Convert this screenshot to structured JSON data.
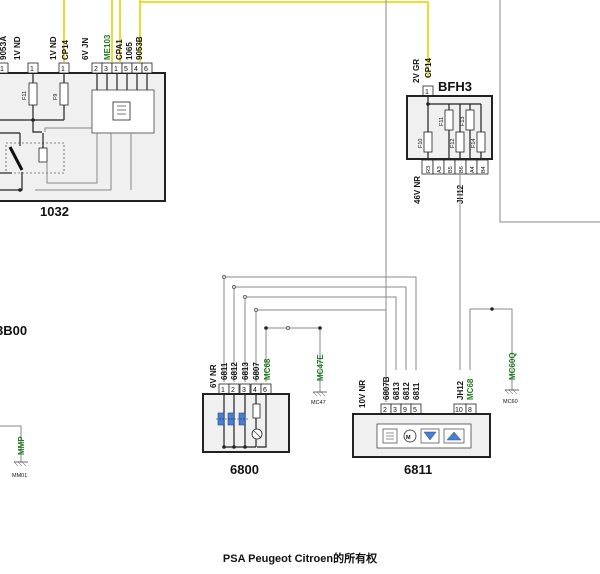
{
  "connectors": {
    "c1032": {
      "name": "1032",
      "wire_labels": [
        "905ЗА",
        "1V ND",
        "1V ND",
        "CP14",
        "6V JN",
        "ME103",
        "CPA1",
        "1065",
        "9053B"
      ],
      "pins": [
        "1",
        "1",
        "1",
        "2",
        "3",
        "1",
        "5",
        "4",
        "6"
      ],
      "fuses": [
        "F11",
        "F9"
      ]
    },
    "bfh3": {
      "name": "BFH3",
      "top_labels": [
        "2V GR",
        "CP14"
      ],
      "top_pin": "1",
      "fuses": [
        "F10",
        "F11",
        "F12",
        "F13",
        "F14"
      ],
      "pins": [
        "R3",
        "A3",
        "B5",
        "B6",
        "A4",
        "B4"
      ],
      "bottom_labels": [
        "46V NR",
        "JH12"
      ]
    },
    "c6800": {
      "name": "6800",
      "wire_labels": [
        "6V NR",
        "6811",
        "6812",
        "6813",
        "6807",
        "MC68"
      ],
      "pins": [
        "1",
        "2",
        "3",
        "4",
        "6"
      ]
    },
    "c6811": {
      "name": "6811",
      "wire_labels": [
        "10V NR",
        "6807B",
        "6813",
        "6812",
        "6811",
        "JH12",
        "MC68"
      ],
      "pins": [
        "2",
        "3",
        "9",
        "5",
        "10",
        "8"
      ]
    }
  },
  "grounds": {
    "mc47e": {
      "label": "MC47E",
      "sub": "MC47"
    },
    "mc60q": {
      "label": "MC60Q",
      "sub": "MC60"
    },
    "mmp": {
      "label": "MMP",
      "sub": "MM01"
    }
  },
  "left_label": "3B00",
  "footer": "PSA Peugeot Citroen的所有权",
  "colors": {
    "yellow_wire": "#e8d200",
    "green_label": "#1e7a1e"
  }
}
